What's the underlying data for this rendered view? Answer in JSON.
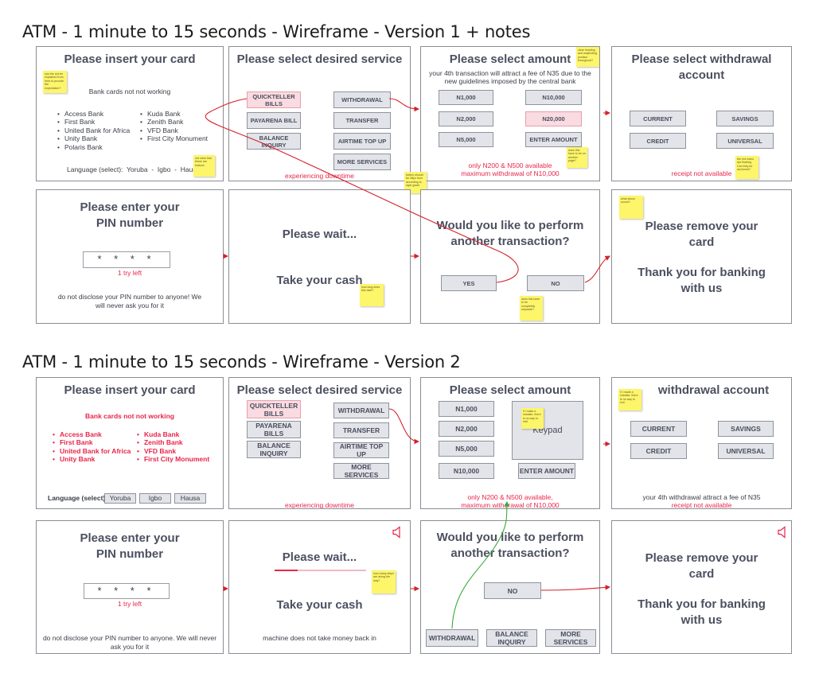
{
  "v1": {
    "title": "ATM - 1 minute to 15 seconds - Wireframe - Version 1 + notes",
    "insert": {
      "title": "Please insert your card",
      "notice": "Bank cards not not working",
      "banks_left": [
        "Access Bank",
        "First Bank",
        "United Bank for Africa",
        "Unity Bank",
        "Polaris Bank"
      ],
      "banks_right": [
        "Kuda Bank",
        "Zenith Bank",
        "VFD Bank",
        "First City Monument"
      ],
      "language": "Language (select):  Yoruba  -  Igbo  -  Hausa",
      "note1": "can the red be explained from here to provide the expectation?",
      "note2": "not clear that these are buttons"
    },
    "service": {
      "title": "Please select desired service",
      "buttons": [
        "QUICKTELLER BILLS",
        "WITHDRAWAL",
        "PAYARENA BILL",
        "TRANSFER",
        "BALANCE INQUIRY",
        "AIRTIME TOP UP",
        "MORE SERVICES"
      ],
      "downtime": "experiencing downtime"
    },
    "amount": {
      "title": "Please select amount",
      "fee": "your 4th transaction will attract a fee of N35 due to the new guidelines imposed by the central bank",
      "buttons": [
        "N1,000",
        "N10,000",
        "N2,000",
        "N20,000",
        "N5,000",
        "ENTER AMOUNT"
      ],
      "avail": "only N200 & N500 available",
      "max": "maximum withdrawal of N10,000",
      "note1": "clear heading and wayfinding position throughout?",
      "note2": "does this have to be on another page?",
      "note3": "button should be 38px from according to style guide"
    },
    "withdrawal": {
      "title": "Please select withdrawal account",
      "buttons": [
        "CURRENT",
        "SAVINGS",
        "CREDIT",
        "UNIVERSAL"
      ],
      "receipt": "receipt not available",
      "note": "the red notes are floating. Can they be anchored?"
    },
    "pin": {
      "title": "Please enter your PIN number",
      "dots": "* * * *",
      "tries": "1 try left",
      "warning": "do not disclose your PIN number to anyone! We will never ask you for it"
    },
    "wait": {
      "line1": "Please wait...",
      "line2": "Take your cash",
      "note": "how long does this take?"
    },
    "another": {
      "title": "Would you like to perform another transaction?",
      "yes": "YES",
      "no": "NO",
      "note": "does this have to be completely separate?"
    },
    "remove": {
      "line1": "Please remove your card",
      "line2": "Thank you for banking with us",
      "note": "what about sound?"
    }
  },
  "v2": {
    "title": "ATM - 1 minute to 15 seconds - Wireframe - Version 2",
    "insert": {
      "title": "Please insert your card",
      "notice": "Bank cards not not working",
      "banks_left": [
        "Access Bank",
        "First Bank",
        "United Bank for Africa",
        "Unity Bank"
      ],
      "banks_right": [
        "Kuda Bank",
        "Zenith Bank",
        "VFD Bank",
        "First City Monument"
      ],
      "language_label": "Language (select)",
      "languages": [
        "Yoruba",
        "Igbo",
        "Hausa"
      ]
    },
    "service": {
      "title": "Please select desired service",
      "buttons": [
        "QUICKTELLER BILLS",
        "WITHDRAWAL",
        "PAYARENA BILLS",
        "TRANSFER",
        "BALANCE INQUIRY",
        "AIRTIME TOP UP",
        "MORE SERVICES"
      ],
      "downtime": "experiencing downtime"
    },
    "amount": {
      "title": "Please select amount",
      "buttons": [
        "N1,000",
        "N2,000",
        "N5,000",
        "N10,000",
        "ENTER AMOUNT"
      ],
      "keypad": "Keypad",
      "avail": "only N200 & N500 available,",
      "max": "maximum withdrawal of N10,000",
      "note": "if i make a mistake, there is no way to edit"
    },
    "withdrawal": {
      "title": "withdrawal account",
      "buttons": [
        "CURRENT",
        "SAVINGS",
        "CREDIT",
        "UNIVERSAL"
      ],
      "fee": "your 4th withdrawal attract a fee of N35",
      "receipt": "receipt not available",
      "note": "if i made a mistake, there is no way to exit"
    },
    "pin": {
      "title": "Please enter your PIN number",
      "dots": "* * * *",
      "tries": "1 try left",
      "warning": "do not disclose your PIN number to anyone. We will never ask you for it"
    },
    "wait": {
      "line1": "Please wait...",
      "line2": "Take your cash",
      "footer": "machine does not take money back in",
      "note": "how many steps are along the way?",
      "progress": 0.25
    },
    "another": {
      "title": "Would you like to perform another transaction?",
      "no": "NO",
      "buttons": [
        "WITHDRAWAL",
        "BALANCE INQUIRY",
        "MORE SERVICES"
      ]
    },
    "remove": {
      "line1": "Please remove your card",
      "line2": "Thank you for banking with us"
    }
  },
  "colors": {
    "accent_red": "#e8254a",
    "flow_red": "#d5212b",
    "flow_green": "#3aaa3a",
    "sticky": "#fdf56a"
  }
}
